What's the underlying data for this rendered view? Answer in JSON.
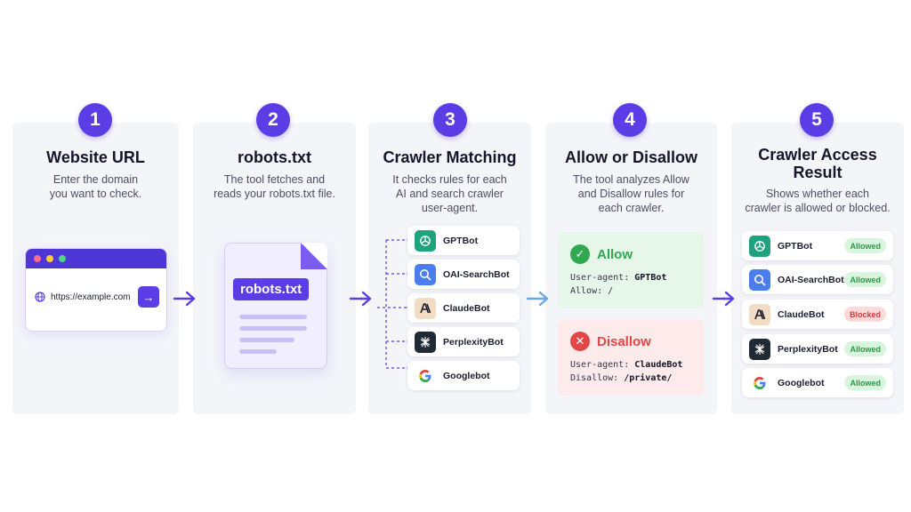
{
  "steps": [
    {
      "number": "1",
      "title": "Website URL",
      "desc_lines": [
        "Enter the domain",
        "you want to check."
      ]
    },
    {
      "number": "2",
      "title": "robots.txt",
      "desc_lines": [
        "The tool fetches and",
        "reads your robots.txt file."
      ]
    },
    {
      "number": "3",
      "title": "Crawler Matching",
      "desc_lines": [
        "It checks rules for each",
        "AI and search crawler",
        "user-agent."
      ]
    },
    {
      "number": "4",
      "title": "Allow or Disallow",
      "desc_lines": [
        "The tool analyzes Allow",
        "and Disallow rules for",
        "each crawler."
      ]
    },
    {
      "number": "5",
      "title_lines": [
        "Crawler Access",
        "Result"
      ],
      "desc_lines": [
        "Shows whether each",
        "crawler is allowed or blocked."
      ]
    }
  ],
  "browser": {
    "url": "https://example.com",
    "go_glyph": "→"
  },
  "doc": {
    "label": "robots.txt"
  },
  "crawlers": [
    {
      "name": "GPTBot",
      "icon": "openai-icon"
    },
    {
      "name": "OAI-SearchBot",
      "icon": "search-icon"
    },
    {
      "name": "ClaudeBot",
      "icon": "anthropic-icon"
    },
    {
      "name": "PerplexityBot",
      "icon": "perplexity-icon"
    },
    {
      "name": "Googlebot",
      "icon": "google-icon"
    }
  ],
  "rules": {
    "allow": {
      "title": "Allow",
      "line1_label": "User-agent:",
      "line1_value": "GPTBot",
      "line2_label": "Allow:",
      "line2_value": "/",
      "color": "#2fa84f"
    },
    "disallow": {
      "title": "Disallow",
      "line1_label": "User-agent:",
      "line1_value": "ClaudeBot",
      "line2_label": "Disallow:",
      "line2_value": "/private/",
      "color": "#e04848"
    }
  },
  "results": [
    {
      "name": "GPTBot",
      "status": "Allowed",
      "state": "allowed"
    },
    {
      "name": "OAI-SearchBot",
      "status": "Allowed",
      "state": "allowed"
    },
    {
      "name": "ClaudeBot",
      "status": "Blocked",
      "state": "blocked"
    },
    {
      "name": "PerplexityBot",
      "status": "Allowed",
      "state": "allowed"
    },
    {
      "name": "Googlebot",
      "status": "Allowed",
      "state": "allowed"
    }
  ],
  "colors": {
    "accent": "#5b3de6",
    "allowed": "#2fa84f",
    "blocked": "#e04848",
    "flow_arrow_light": "#6aa8e8"
  }
}
